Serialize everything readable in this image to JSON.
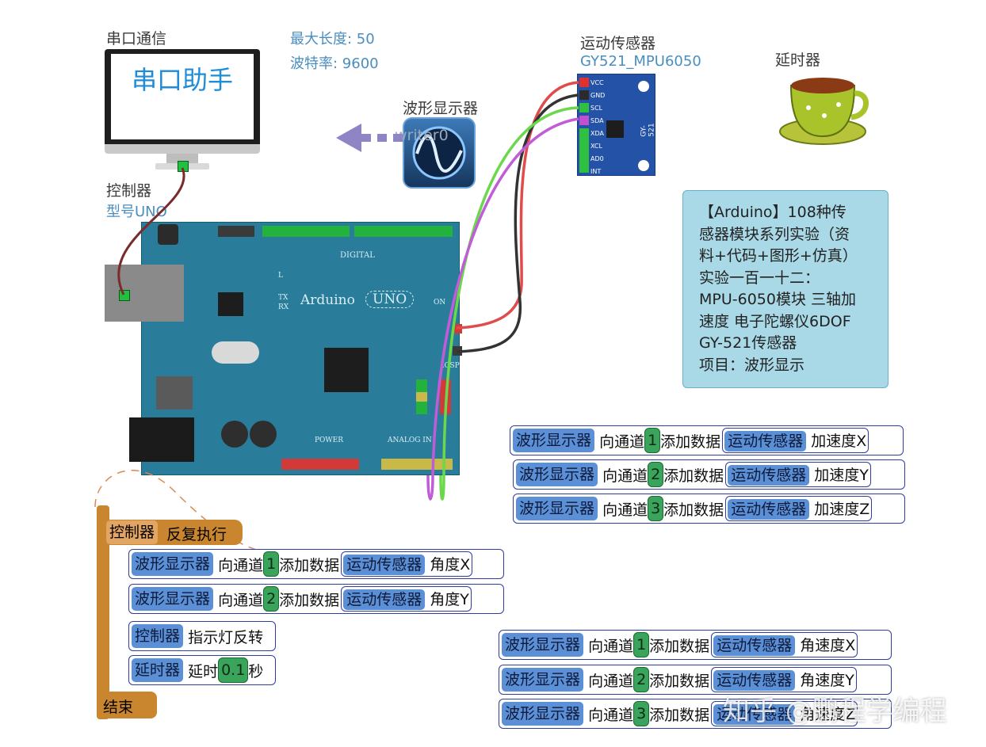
{
  "serial": {
    "title": "串口通信",
    "screen_text": "串口助手",
    "max_len": "最大长度: 50",
    "baud": "波特率: 9600"
  },
  "controller": {
    "title": "控制器",
    "model": "型号UNO"
  },
  "oscilloscope": {
    "title": "波形显示器",
    "name": "writer0"
  },
  "sensor": {
    "title": "运动传感器",
    "model": "GY521_MPU6050",
    "chip_label": "GY-521",
    "pins": [
      "VCC",
      "GND",
      "SCL",
      "SDA",
      "XDA",
      "XCL",
      "AD0",
      "INT"
    ]
  },
  "delay": {
    "title": "延时器"
  },
  "board": {
    "brand": "Arduino",
    "model": "UNO",
    "digital": "DIGITAL",
    "power": "POWER",
    "analog": "ANALOG IN",
    "icsp": "ICSP",
    "on": "ON",
    "tx": "TX",
    "rx": "RX",
    "l": "L"
  },
  "info": {
    "lines": [
      "【Arduino】108种传",
      "感器模块系列实验（资",
      "料+代码+图形+仿真）",
      "实验一百一十二：",
      "MPU-6050模块 三轴加",
      "速度 电子陀螺仪6DOF",
      "GY-521传感器",
      "项目：波形显示"
    ]
  },
  "blocks": {
    "scope": "波形显示器",
    "to_channel": "向通道",
    "add_data": "添加数据",
    "motion": "运动传感器",
    "accel_x": "加速度X",
    "accel_y": "加速度Y",
    "accel_z": "加速度Z",
    "angle_x": "角度X",
    "angle_y": "角度Y",
    "gyro_x": "角速度X",
    "gyro_y": "角速度Y",
    "gyro_z": "角速度Z",
    "ch1": "1",
    "ch2": "2",
    "ch3": "3",
    "controller": "控制器",
    "loop": "反复执行",
    "toggle_led": "指示灯反转",
    "delayer": "延时器",
    "delay": "延时",
    "delay_val": "0.1",
    "sec": "秒",
    "end": "结束"
  },
  "watermark": "知乎 @鹏程学编程"
}
